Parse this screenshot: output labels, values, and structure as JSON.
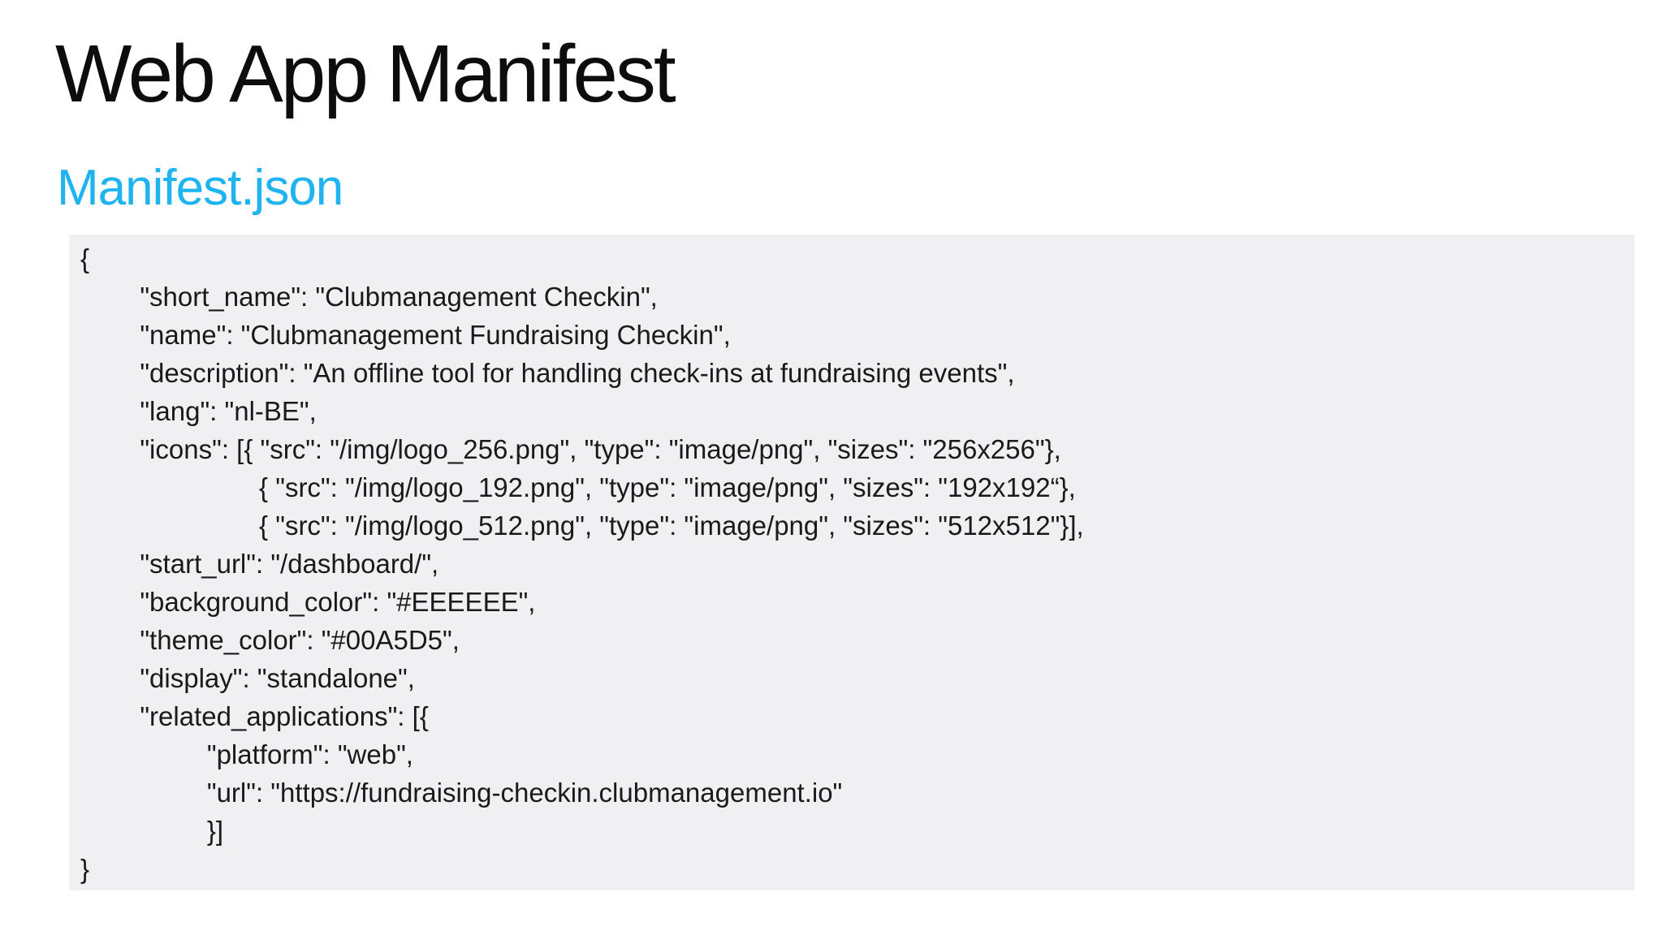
{
  "header": {
    "title": "Web App Manifest",
    "subtitle": "Manifest.json"
  },
  "code_block": {
    "lines": [
      "{",
      "        \"short_name\": \"Clubmanagement Checkin\",",
      "        \"name\": \"Clubmanagement Fundraising Checkin\",",
      "        \"description\": \"An offline tool for handling check-ins at fundraising events\",",
      "        \"lang\": \"nl-BE\",",
      "        \"icons\": [{ \"src\": \"/img/logo_256.png\", \"type\": \"image/png\", \"sizes\": \"256x256\"},",
      "                        { \"src\": \"/img/logo_192.png\", \"type\": \"image/png\", \"sizes\": \"192x192“},",
      "                        { \"src\": \"/img/logo_512.png\", \"type\": \"image/png\", \"sizes\": \"512x512\"}],",
      "        \"start_url\": \"/dashboard/\",",
      "        \"background_color\": \"#EEEEEE\",",
      "        \"theme_color\": \"#00A5D5\",",
      "        \"display\": \"standalone\",",
      "        \"related_applications\": [{",
      "                 \"platform\": \"web\",",
      "                 \"url\": \"https://fundraising-checkin.clubmanagement.io\"",
      "                 }]",
      "}"
    ]
  },
  "colors": {
    "subtitle_text": "#1FB4F0",
    "code_background": "#F0F0F2",
    "title_text": "#0D0D0D",
    "code_text": "#1A1A1A",
    "page_background": "#FFFFFF"
  }
}
